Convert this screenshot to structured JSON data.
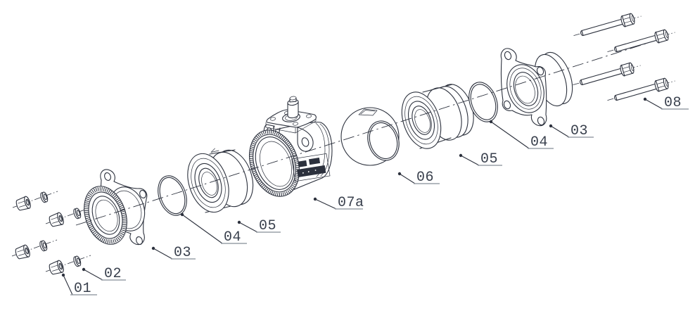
{
  "diagram": {
    "description": "Exploded view technical drawing of a flanged ball valve assembly",
    "part_numbers": [
      "01",
      "02",
      "03",
      "04",
      "05",
      "06",
      "07a",
      "08"
    ]
  },
  "labels": {
    "nut": "01",
    "washer": "02",
    "flange": "03",
    "o_ring": "04",
    "seat_ring": "05",
    "ball": "06",
    "valve_body": "07a",
    "bolt": "08"
  },
  "colors": {
    "ink": "#2c313d",
    "label_text": "#39404d",
    "leader_shelf": "#9aa0a8",
    "background": "#ffffff"
  }
}
